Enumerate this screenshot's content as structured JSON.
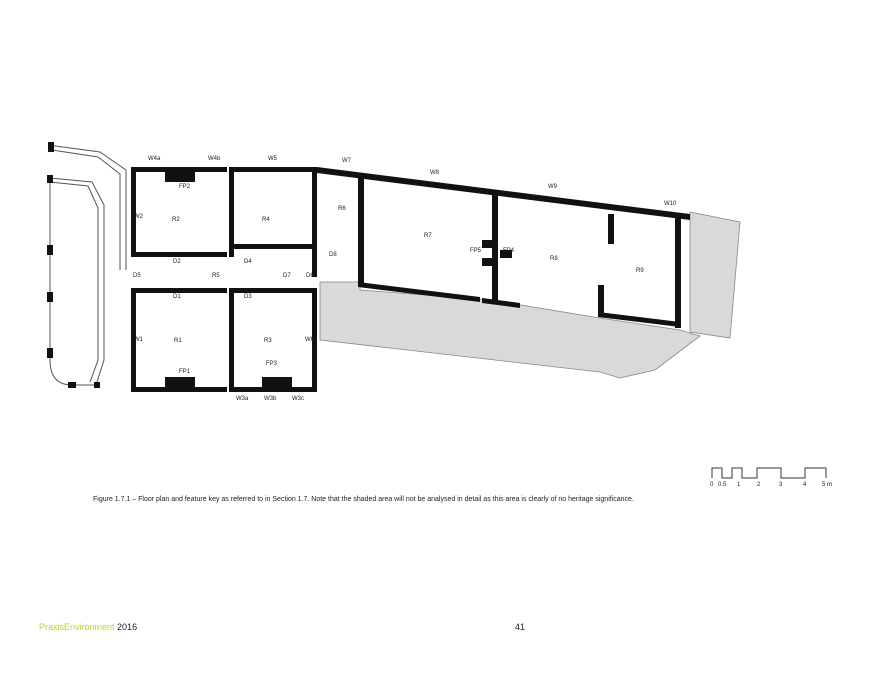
{
  "rooms": [
    "R1",
    "R2",
    "R3",
    "R4",
    "R5",
    "R6",
    "R7",
    "R8",
    "R9"
  ],
  "doors": [
    "D1",
    "D2",
    "D3",
    "D4",
    "D5",
    "D6",
    "D7",
    "D8"
  ],
  "windows": [
    "W1",
    "W2",
    "W3a",
    "W3b",
    "W3c",
    "W4a",
    "W4b",
    "W5",
    "W6",
    "W7",
    "W8",
    "W9",
    "W10"
  ],
  "fireplaces": [
    "FP1",
    "FP2",
    "FP3",
    "FP4",
    "FP5"
  ],
  "scale_bar": {
    "ticks": [
      "0",
      "0.5",
      "1",
      "2",
      "3",
      "4",
      "5 m"
    ]
  },
  "caption": "Figure 1.7.1 – Floor plan and feature key as referred to in Section 1.7.  Note that the shaded area will not be analysed in detail as this area is clearly of no heritage significance.",
  "footer": {
    "brand": "PraxisEnvironment",
    "year": "2016",
    "page_number": "41"
  }
}
